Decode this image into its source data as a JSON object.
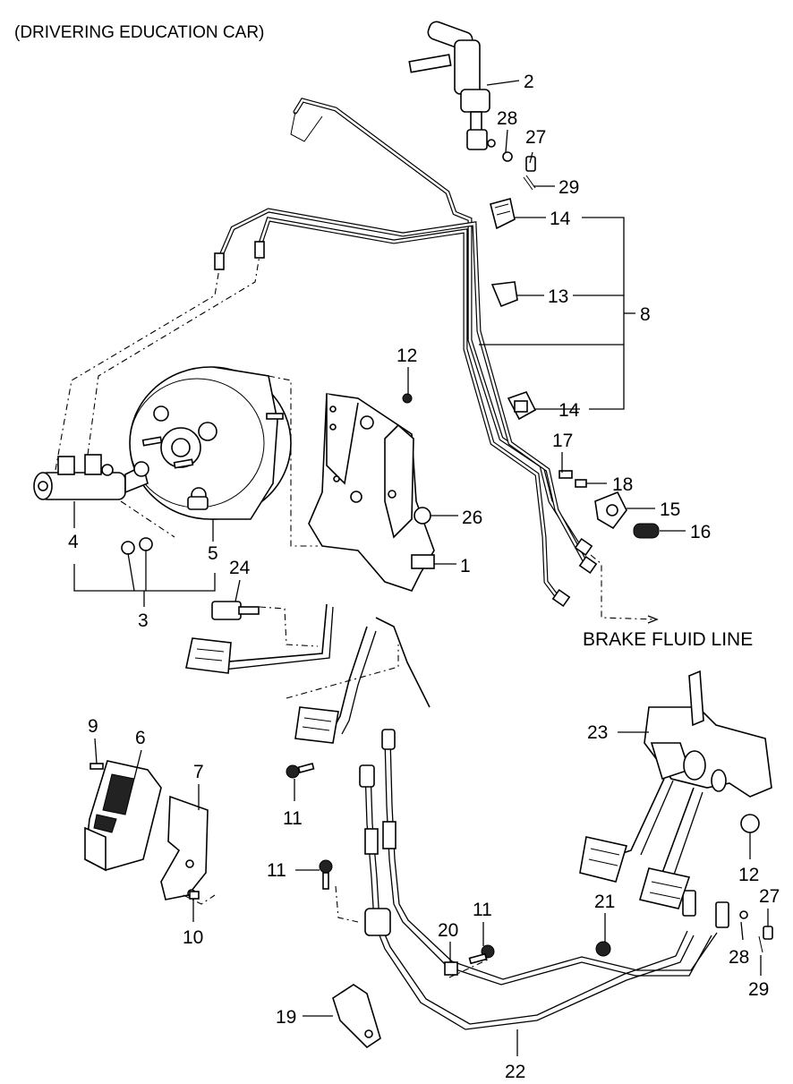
{
  "title": "(DRIVERING EDUCATION CAR)",
  "brake_fluid_line": "BRAKE FLUID LINE",
  "callouts": {
    "c2": "2",
    "c28a": "28",
    "c27a": "27",
    "c29a": "29",
    "c14a": "14",
    "c13": "13",
    "c8": "8",
    "c14b": "14",
    "c12a": "12",
    "c17": "17",
    "c18": "18",
    "c15": "15",
    "c16": "16",
    "c26": "26",
    "c1": "1",
    "c4": "4",
    "c5": "5",
    "c3": "3",
    "c24": "24",
    "c9": "9",
    "c6": "6",
    "c7": "7",
    "c10": "10",
    "c11a": "11",
    "c11b": "11",
    "c11c": "11",
    "c23": "23",
    "c12b": "12",
    "c21": "21",
    "c20": "20",
    "c27b": "27",
    "c28b": "28",
    "c29b": "29",
    "c19": "19",
    "c22": "22"
  }
}
